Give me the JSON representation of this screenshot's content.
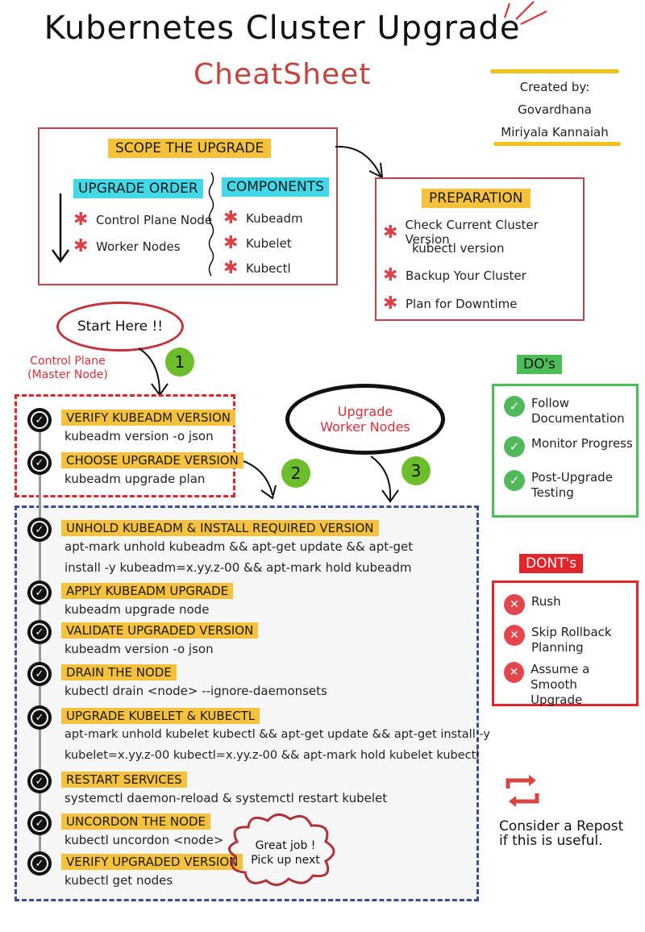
{
  "header": {
    "title": "Kubernetes Cluster Upgrade",
    "subtitle": "CheatSheet",
    "credit_label": "Created by:",
    "credit_name1": "Govardhana",
    "credit_name2": "Miriyala Kannaiah"
  },
  "scope": {
    "heading": "SCOPE THE UPGRADE",
    "order_heading": "UPGRADE ORDER",
    "order_items": [
      "Control Plane Node",
      "Worker Nodes"
    ],
    "components_heading": "COMPONENTS",
    "components": [
      "Kubeadm",
      "Kubelet",
      "Kubectl"
    ]
  },
  "preparation": {
    "heading": "PREPARATION",
    "items": [
      "Check Current Cluster Version",
      "kubectl version",
      "Backup Your Cluster",
      "Plan for Downtime"
    ]
  },
  "flow": {
    "start_label": "Start Here !!",
    "control_plane_label": "Control Plane\n(Master Node)",
    "worker_label": "Upgrade\nWorker Nodes",
    "numbers": [
      "1",
      "2",
      "3"
    ],
    "great_job": "Great job !\nPick up next"
  },
  "control_steps": [
    {
      "title": "VERIFY KUBEADM VERSION",
      "cmd": "kubeadm version -o json"
    },
    {
      "title": "CHOOSE UPGRADE VERSION",
      "cmd": "kubeadm upgrade plan"
    }
  ],
  "worker_steps": [
    {
      "title": "UNHOLD KUBEADM & INSTALL REQUIRED VERSION",
      "cmd1": "apt-mark unhold kubeadm && apt-get update && apt-get",
      "cmd2": "install -y kubeadm=x.yy.z-00 && apt-mark hold kubeadm"
    },
    {
      "title": "APPLY KUBEADM UPGRADE",
      "cmd1": "kubeadm upgrade node"
    },
    {
      "title": "VALIDATE UPGRADED VERSION",
      "cmd1": "kubeadm version -o json"
    },
    {
      "title": "DRAIN THE NODE",
      "cmd1": "kubectl drain <node> --ignore-daemonsets"
    },
    {
      "title": "UPGRADE KUBELET & KUBECTL",
      "cmd1": "apt-mark unhold kubelet kubectl && apt-get update && apt-get install -y",
      "cmd2": "kubelet=x.yy.z-00 kubectl=x.yy.z-00 && apt-mark hold kubelet kubectl"
    },
    {
      "title": "RESTART SERVICES",
      "cmd1": "systemctl daemon-reload & systemctl restart kubelet"
    },
    {
      "title": "UNCORDON THE NODE",
      "cmd1": "kubectl uncordon <node>"
    },
    {
      "title": "VERIFY UPGRADED VERSION",
      "cmd1": "kubectl get nodes"
    }
  ],
  "dos": {
    "heading": "DO's",
    "items": [
      [
        "Follow",
        "Documentation"
      ],
      [
        "Monitor Progress"
      ],
      [
        "Post-Upgrade",
        "Testing"
      ]
    ]
  },
  "donts": {
    "heading": "DONT's",
    "items": [
      [
        "Rush"
      ],
      [
        "Skip Rollback",
        "Planning"
      ],
      [
        "Assume a Smooth",
        "Upgrade"
      ]
    ]
  },
  "repost": {
    "line1": "Consider a Repost",
    "line2": "if this is useful."
  },
  "colors": {
    "accent_yellow": "#f6c23e",
    "accent_cyan": "#43d8e8",
    "accent_red": "#e0262a",
    "accent_green": "#4cbc56",
    "dashed_blue": "#3a4f93"
  }
}
